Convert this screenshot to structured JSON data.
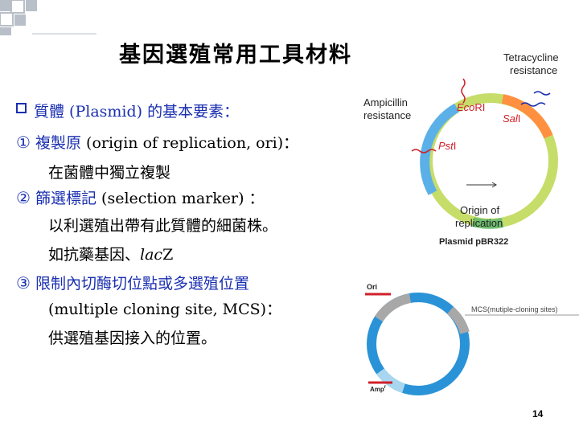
{
  "title": "基因選殖常用工具材料",
  "heading": {
    "text": "質體 (Plasmid) 的基本要素："
  },
  "items": [
    {
      "num": "①",
      "label": "複製原",
      "detail": " (origin of replication, ori)："
    },
    {
      "num": "②",
      "label": "篩選標記",
      "detail": " (selection marker) ："
    },
    {
      "num": "③",
      "label": "限制內切酶切位點或多選殖位置"
    }
  ],
  "descriptions": {
    "d1": "在菌體中獨立複製",
    "d2a": "以利選殖出帶有此質體的細菌株。",
    "d2b_prefix": "如抗藥基因、",
    "d2b_italic": "lac",
    "d2b_suffix": "Z",
    "d3a": "(multiple cloning site, MCS)：",
    "d3b": "供選殖基因接入的位置。"
  },
  "figure1": {
    "tet": "Tetracycline",
    "tet2": "resistance",
    "amp": "Ampicillin",
    "amp2": "resistance",
    "eco": "Eco",
    "eco_suffix": "RI",
    "sal": "Sal",
    "sal_suffix": "I",
    "pst": "Pst",
    "pst_suffix": "I",
    "ori": "Origin of",
    "ori2": "replication",
    "caption": "Plasmid pBR322"
  },
  "figure2": {
    "ori": "Ori",
    "mcs": "MCS(mutiple-cloning sites)",
    "amp": "Amp",
    "amp_sup": "r"
  },
  "page_number": "14",
  "colors": {
    "accent_blue": "#1a2fb0",
    "deco_gray": "#b9bfc8",
    "plasmid_ring": "#c6dd6a",
    "tet_arc": "#ff9040",
    "amp_arc": "#5bb0e8",
    "ori_arc": "#6fbf6f",
    "label_red": "#d0202a",
    "ring2_blue": "#2a93d8",
    "ring2_light": "#a8d6f0",
    "ring2_gray": "#a8a8a8"
  }
}
